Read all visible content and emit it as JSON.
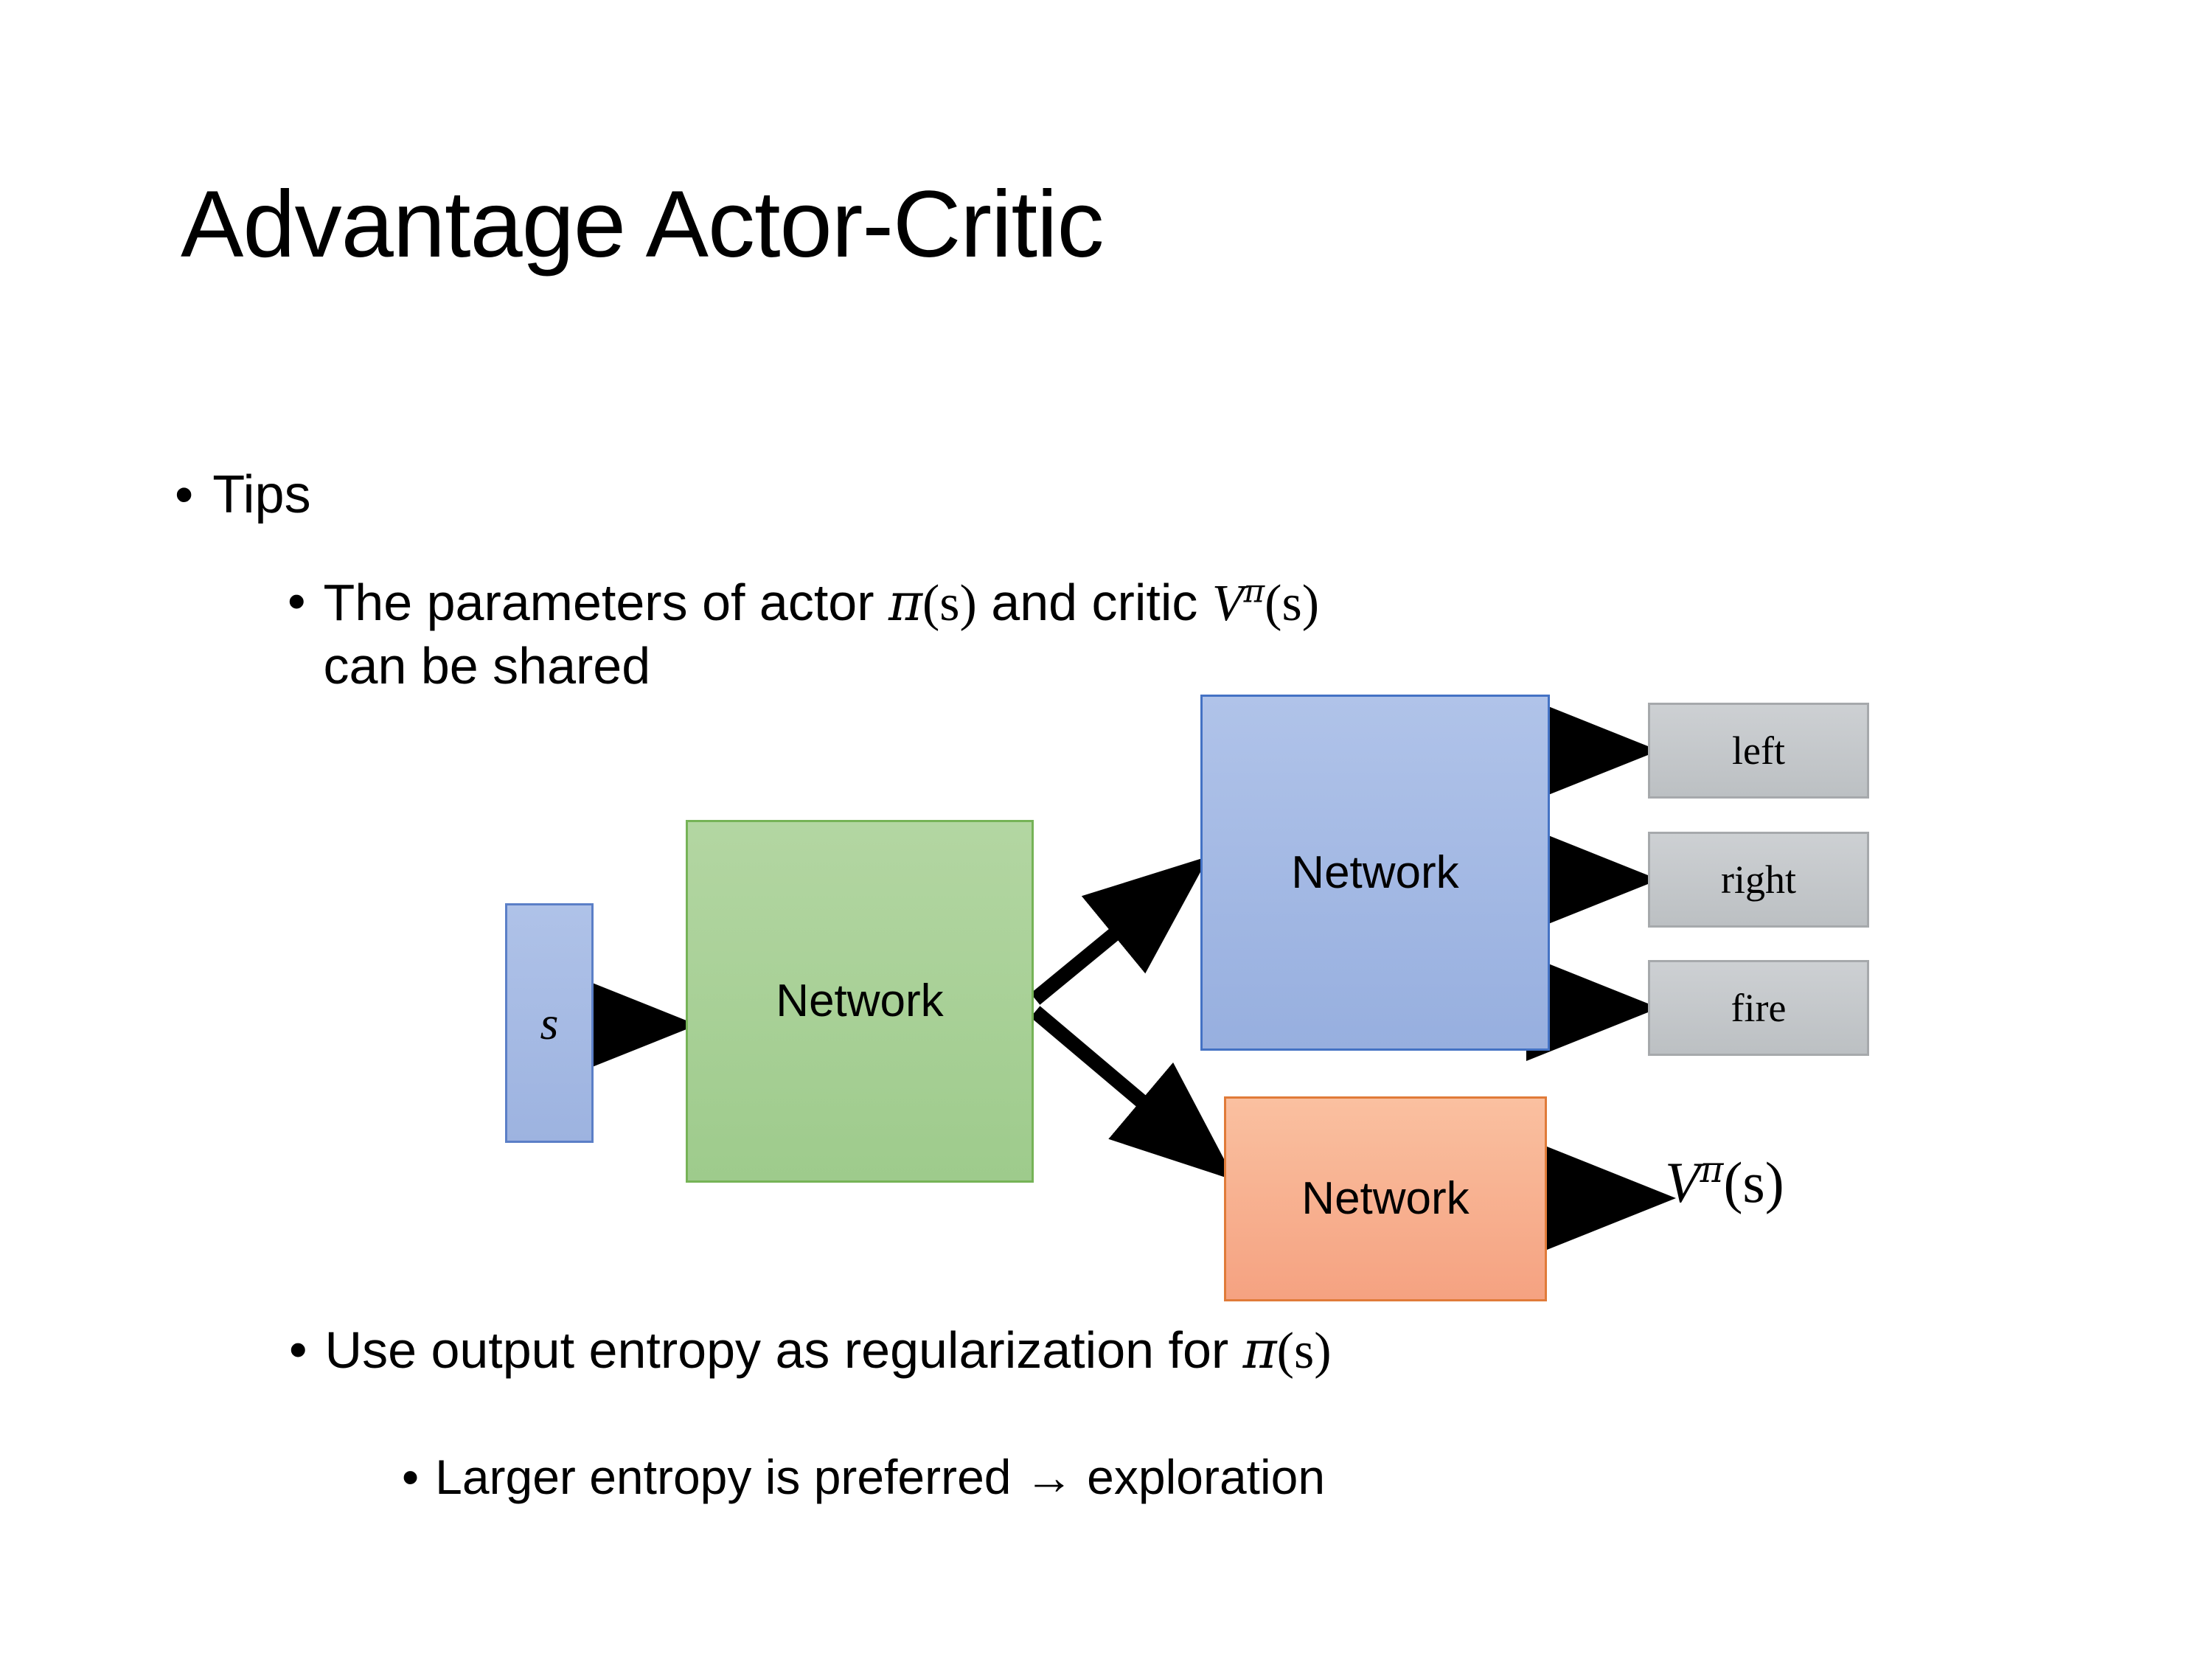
{
  "slide": {
    "title": "Advantage Actor-Critic"
  },
  "bullets": {
    "tips": {
      "marker": "•",
      "text": "Tips"
    },
    "shared_params": {
      "marker": "•",
      "prefix": "The parameters of actor ",
      "actor_symbol_pi": "π",
      "actor_symbol_args": "(s)",
      "middle": "  and critic ",
      "critic_symbol_v": "V",
      "critic_symbol_sup": "π",
      "critic_symbol_args": "(s)",
      "suffix": "can be shared"
    },
    "entropy": {
      "marker": "•",
      "prefix": "Use output entropy as regularization for ",
      "symbol_pi": "π",
      "symbol_args": "(s)"
    },
    "larger_entropy": {
      "marker": "•",
      "text": "Larger entropy is preferred → exploration"
    }
  },
  "diagram": {
    "input_state": "s",
    "shared_network": "Network",
    "actor_network": "Network",
    "critic_network": "Network",
    "actions": [
      {
        "label": "left"
      },
      {
        "label": "right"
      },
      {
        "label": "fire"
      }
    ],
    "value_output": {
      "symbol_v": "V",
      "symbol_sup": "π",
      "symbol_args": "(s)"
    },
    "colors": {
      "input_fill": "#a5bae5",
      "shared_fill": "#aad19b",
      "shared_border": "#76b357",
      "actor_fill": "#a3b7e4",
      "actor_border": "#4472c4",
      "critic_fill": "#f7af90",
      "critic_border": "#e07b39",
      "action_fill": "#c4c7ca",
      "action_border": "#a6a9ac",
      "arrow": "#000000",
      "text": "#000000",
      "background": "#ffffff"
    }
  }
}
